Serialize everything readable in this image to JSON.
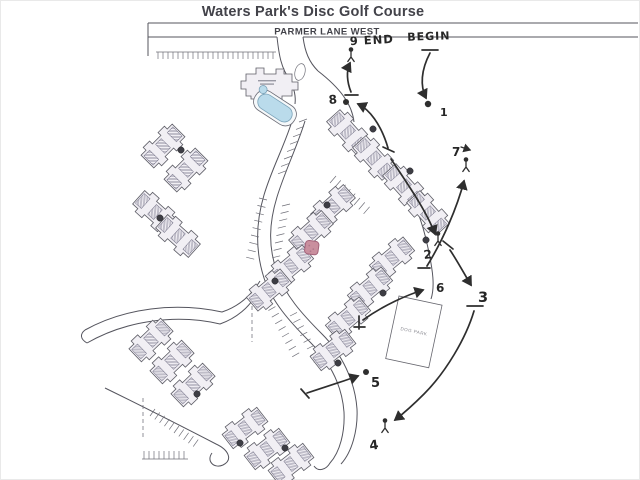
{
  "title": "Waters Park's Disc Golf Course",
  "road": {
    "label": "PARMER LANE WEST"
  },
  "dog_park": {
    "label": "DOG PARK"
  },
  "annotations": {
    "begin_label": "BEGIN",
    "end_label": "9 END",
    "holes": [
      {
        "label": "1"
      },
      {
        "label": "2"
      },
      {
        "label": "3"
      },
      {
        "label": "4"
      },
      {
        "label": "5"
      },
      {
        "label": "6"
      },
      {
        "label": "7"
      },
      {
        "label": "8"
      }
    ]
  },
  "legend_symbols": {
    "tee_marker": "tee-bar",
    "basket_marker": "basket-figure",
    "flight_marker": "arrow"
  },
  "colors": {
    "ink": "#2e2e2e",
    "printed_line": "#55555e",
    "pool_blue": "#badbeb",
    "marker_pink": "#c98f9e",
    "roof_hatch": "#8e8c9e",
    "paper": "#ffffff"
  }
}
